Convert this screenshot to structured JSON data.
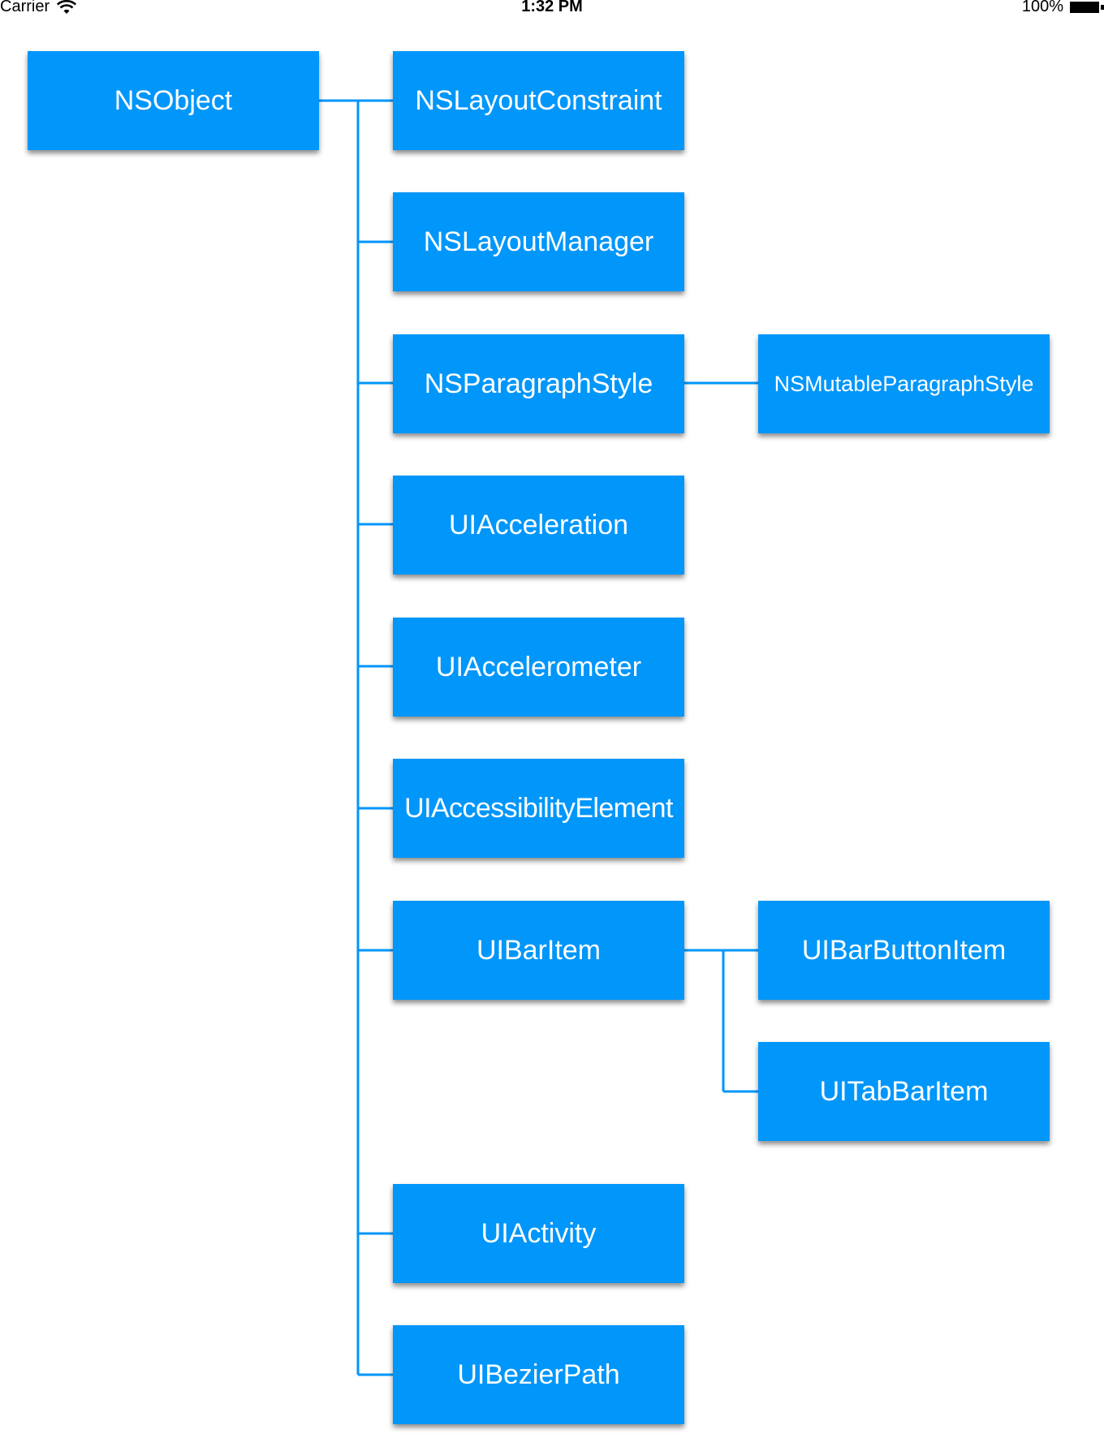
{
  "status_bar": {
    "carrier": "Carrier",
    "time": "1:32 PM",
    "battery": "100%",
    "wifi_icon": "wifi-icon",
    "battery_icon": "battery-icon"
  },
  "accent_color": "#0096fa",
  "line_color": "#0096fa",
  "tree": {
    "root": "NSObject",
    "children": [
      {
        "label": "NSLayoutConstraint",
        "children": []
      },
      {
        "label": "NSLayoutManager",
        "children": []
      },
      {
        "label": "NSParagraphStyle",
        "children": [
          "NSMutableParagraphStyle"
        ]
      },
      {
        "label": "UIAcceleration",
        "children": []
      },
      {
        "label": "UIAccelerometer",
        "children": []
      },
      {
        "label": "UIAccessibilityElement",
        "children": []
      },
      {
        "label": "UIBarItem",
        "children": [
          "UIBarButtonItem",
          "UITabBarItem"
        ]
      },
      {
        "label": "UIActivity",
        "children": []
      },
      {
        "label": "UIBezierPath",
        "children": []
      }
    ]
  }
}
